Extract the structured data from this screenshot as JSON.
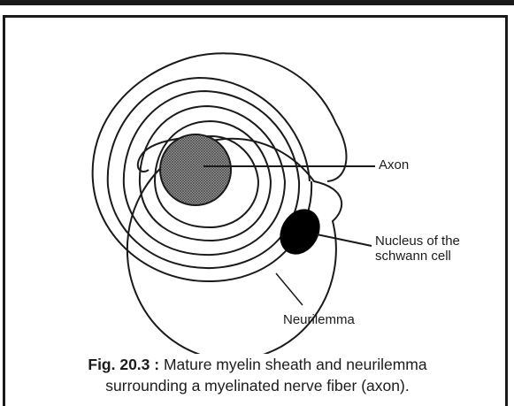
{
  "labels": {
    "axon": "Axon",
    "nucleus_line1": "Nucleus of the",
    "nucleus_line2": "schwann cell",
    "neurilemma": "Neurilemma"
  },
  "caption": {
    "fig_number": "Fig. 20.3 :",
    "line1_rest": "Mature myelin sheath and neurilemma",
    "line2": "surrounding a myelinated nerve fiber (axon)."
  },
  "colors": {
    "ink": "#1a1a1a",
    "axon_fill": "#8a8a8a",
    "nucleus_fill": "#000000"
  }
}
